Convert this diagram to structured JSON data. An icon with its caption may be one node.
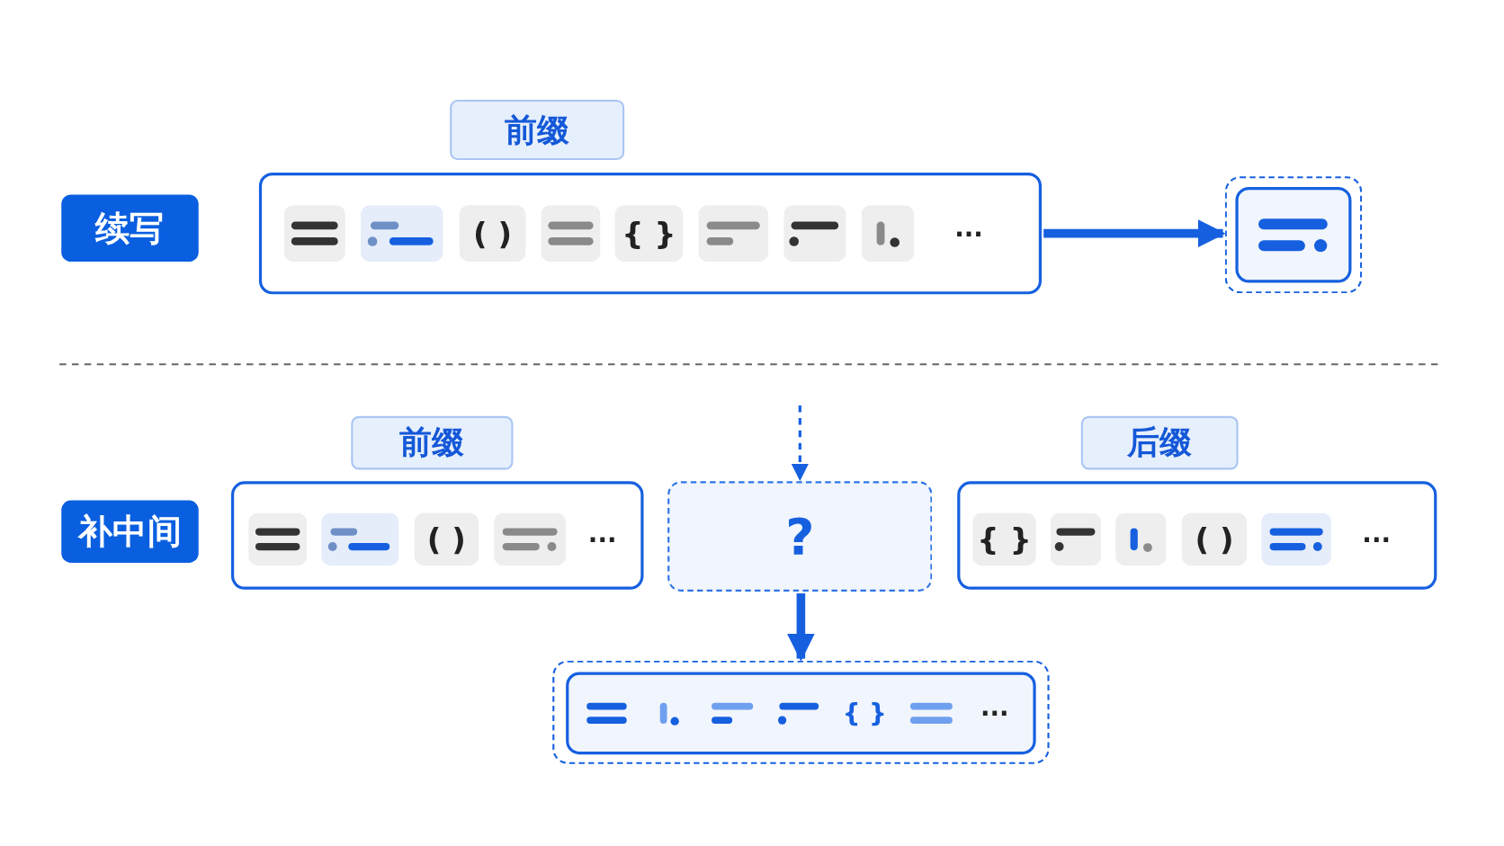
{
  "diagram": {
    "nodes": [
      {
        "text": [
          "续写"
        ]
      },
      {
        "text": [
          "前缀"
        ]
      },
      {
        "text": [],
        "shape": "box"
      },
      {
        "text": [],
        "shape": "box"
      },
      {
        "text": [
          "补中间"
        ]
      },
      {
        "text": [
          "前缀"
        ]
      },
      {
        "text": [],
        "shape": "box"
      },
      {
        "text": [
          "?"
        ]
      },
      {
        "text": [
          "后缀"
        ]
      },
      {
        "text": [],
        "shape": "box"
      },
      {
        "text": [],
        "shape": "box"
      }
    ],
    "edges": [
      {
        "from": 2,
        "to": 3,
        "arrow": "to"
      },
      {
        "from": null,
        "to": 7,
        "arrow": "to",
        "style": "dashed"
      },
      {
        "from": 7,
        "to": 10,
        "arrow": "to"
      }
    ],
    "labels": [
      "( )",
      "{ }",
      "···",
      "( )",
      "···",
      "{ }",
      "( )",
      "···",
      "{ }",
      "···"
    ]
  }
}
